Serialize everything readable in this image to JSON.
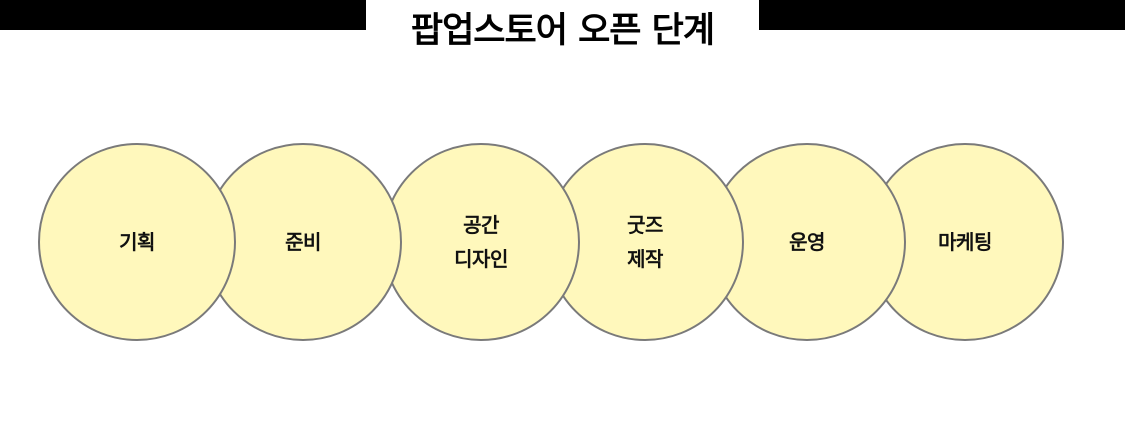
{
  "title": "팝업스토어 오픈 단계",
  "colors": {
    "circle_fill": "#fff8bc",
    "circle_stroke": "#7a7a7a",
    "bars": "#000000"
  },
  "steps": [
    {
      "label": "기획"
    },
    {
      "label": "준비"
    },
    {
      "label": "공간\n디자인"
    },
    {
      "label": "굿즈\n제작"
    },
    {
      "label": "운영"
    },
    {
      "label": "마케팅"
    }
  ]
}
